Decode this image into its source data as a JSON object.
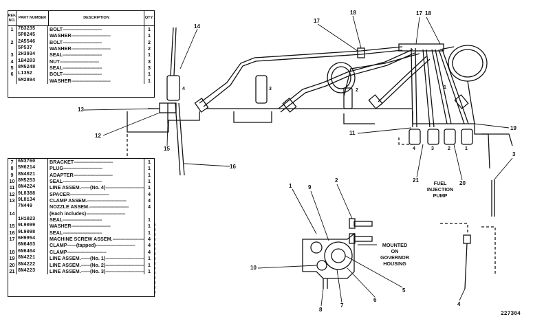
{
  "table_top": {
    "headers": {
      "ref": "REF. NO.",
      "part": "PART NUMBER",
      "desc": "DESCRIPTION",
      "qty": "QTY."
    },
    "rows": [
      {
        "ref": "1",
        "part": "7B3235",
        "desc": "BOLT",
        "qty": "1"
      },
      {
        "ref": "",
        "part": "5P8245",
        "desc": "WASHER",
        "qty": "1"
      },
      {
        "ref": "2",
        "part": "2A5546",
        "desc": "BOLT",
        "qty": "2"
      },
      {
        "ref": "",
        "part": "5P537",
        "desc": "WASHER",
        "qty": "2"
      },
      {
        "ref": "3",
        "part": "2H3934",
        "desc": "SEAL",
        "qty": "1"
      },
      {
        "ref": "4",
        "part": "1B4203",
        "desc": "NUT",
        "qty": "3"
      },
      {
        "ref": "5",
        "part": "8M5248",
        "desc": "SEAL",
        "qty": "3"
      },
      {
        "ref": "6",
        "part": "L1352",
        "desc": "BOLT",
        "qty": "1"
      },
      {
        "ref": "",
        "part": "5M2894",
        "desc": "WASHER",
        "qty": "1"
      }
    ]
  },
  "table_bottom": {
    "rows": [
      {
        "ref": "7",
        "part": "6N3760",
        "desc": "BRACKET",
        "qty": "1"
      },
      {
        "ref": "8",
        "part": "5M6214",
        "desc": "PLUG",
        "qty": "1"
      },
      {
        "ref": "9",
        "part": "8N4021",
        "desc": "ADAPTER",
        "qty": "1"
      },
      {
        "ref": "10",
        "part": "8M5253",
        "desc": "SEAL",
        "qty": "1"
      },
      {
        "ref": "11",
        "part": "8N4224",
        "desc": "LINE ASSEM.",
        "note": "(No. 4)",
        "qty": "1"
      },
      {
        "ref": "12",
        "part": "9L8388",
        "desc": "SPACER",
        "qty": "4"
      },
      {
        "ref": "13",
        "part": "9L8134",
        "desc": "CLAMP ASSEM.",
        "qty": "4"
      },
      {
        "ref": "",
        "part": "7N449",
        "desc": "NOZZLE ASSEM.",
        "qty": "4"
      },
      {
        "ref": "14",
        "part": "",
        "desc": "(Each includes)",
        "qty": ""
      },
      {
        "ref": "",
        "part": "1H1023",
        "desc": "SEAL",
        "qty": "1"
      },
      {
        "ref": "15",
        "part": "9L9099",
        "desc": "WASHER",
        "qty": "1"
      },
      {
        "ref": "16",
        "part": "9L9098",
        "desc": "SEAL",
        "qty": "1"
      },
      {
        "ref": "17",
        "part": "6H9954",
        "desc": "MACHINE SCREW ASSEM.",
        "qty": "4"
      },
      {
        "ref": "",
        "part": "6N6403",
        "desc": "CLAMP",
        "note": "(tapped)",
        "qty": "4"
      },
      {
        "ref": "18",
        "part": "6N6404",
        "desc": "CLAMP",
        "qty": "4"
      },
      {
        "ref": "19",
        "part": "8N4221",
        "desc": "LINE ASSEM.",
        "note": "(No. 1)",
        "qty": "1"
      },
      {
        "ref": "20",
        "part": "8N4222",
        "desc": "LINE ASSEM.",
        "note": "(No. 2)",
        "qty": "1"
      },
      {
        "ref": "21",
        "part": "8N4223",
        "desc": "LINE ASSEM.",
        "note": "(No. 3)",
        "qty": "1"
      }
    ]
  },
  "callouts": [
    "1",
    "2",
    "3",
    "4",
    "5",
    "6",
    "7",
    "8",
    "9",
    "10",
    "11",
    "12",
    "13",
    "14",
    "15",
    "16",
    "17",
    "18",
    "17",
    "18",
    "19",
    "20",
    "21",
    "1",
    "2",
    "3",
    "4"
  ],
  "pump_labels": [
    "4",
    "3",
    "2",
    "1"
  ],
  "notes": {
    "fuel_pump": [
      "FUEL",
      "INJECTION",
      "PUMP"
    ],
    "governor": [
      "MOUNTED",
      "ON",
      "GOVERNOR",
      "HOUSING"
    ]
  },
  "drawing_number": "227304"
}
